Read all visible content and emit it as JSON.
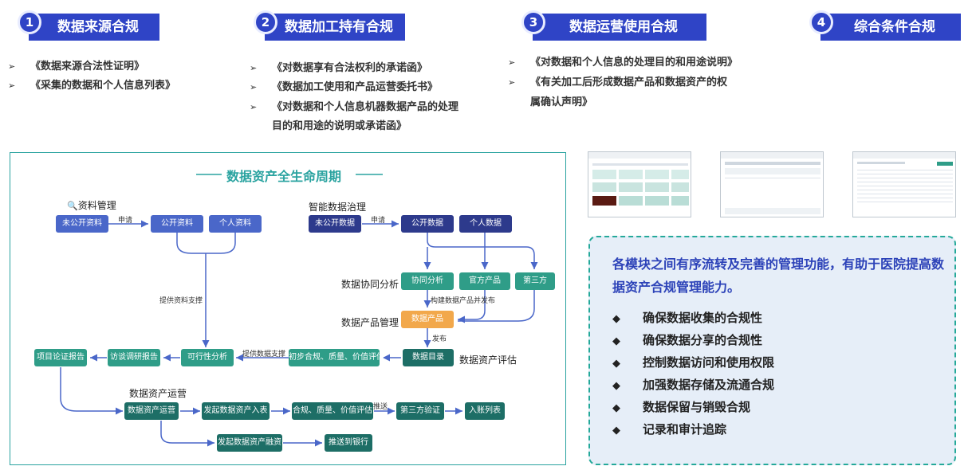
{
  "sections": [
    {
      "num": "1",
      "title": "数据来源合规",
      "items": [
        "《数据来源合法性证明》",
        "《采集的数据和个人信息列表》"
      ]
    },
    {
      "num": "2",
      "title": "数据加工持有合规",
      "items": [
        "《对数据享有合法权利的承诺函》",
        "《数据加工使用和产品运营委托书》",
        "《对数据和个人信息机器数据产品的处理",
        "目的和用途的说明或承诺函》"
      ]
    },
    {
      "num": "3",
      "title": "数据运营使用合规",
      "items": [
        "《对数据和个人信息的处理目的和用途说明》",
        "《有关加工后形成数据产品和数据资产的权",
        "属确认声明》"
      ]
    },
    {
      "num": "4",
      "title": "综合条件合规",
      "items": []
    }
  ],
  "diagram": {
    "title": "数据资产全生命周期",
    "labels": {
      "data_mgmt": "资料管理",
      "smart_gov": "智能数据治理",
      "collab": "数据协同分析",
      "product_mgmt": "数据产品管理",
      "assessment": "数据资产评估",
      "operation": "数据资产运营"
    },
    "edge_labels": {
      "apply1": "申请",
      "apply2": "申请",
      "support1": "提供资料支撑",
      "support2": "提供数据支撑",
      "build": "构建数据产品并发布",
      "publish": "发布",
      "push": "推送"
    },
    "nodes": {
      "unpub_doc": "未公开资料",
      "pub_doc": "公开资料",
      "personal_doc": "个人资料",
      "unpub_data": "未公开数据",
      "pub_data": "公开数据",
      "personal_data": "个人数据",
      "collab_analysis": "协同分析",
      "official": "官方产品",
      "third": "第三方",
      "product": "数据产品",
      "catalog": "数据目录",
      "initial": "初步合规、质量、价值评估",
      "feasibility": "可行性分析",
      "research": "访谈调研报告",
      "proof": "项目论证报告",
      "ops": "数据资产运营",
      "entry": "发起数据资产入表",
      "eval": "合规、质量、价值评估",
      "third_verify": "第三方验证",
      "ledger": "入账列表",
      "finance": "发起数据资产融资",
      "bank": "推送到银行"
    }
  },
  "info": {
    "title": "各模块之间有序流转及完善的管理功能，有助于医院提高数据资产合规管理能力。",
    "items": [
      "确保数据收集的合规性",
      "确保数据分享的合规性",
      "控制数据访问和使用权限",
      "加强数据存储及流通合规",
      "数据保留与销毁合规",
      "记录和审计追踪"
    ]
  },
  "colors": {
    "header": "#2f44c6",
    "accent": "#2aa3a0",
    "info_bg": "#e6eef8"
  }
}
